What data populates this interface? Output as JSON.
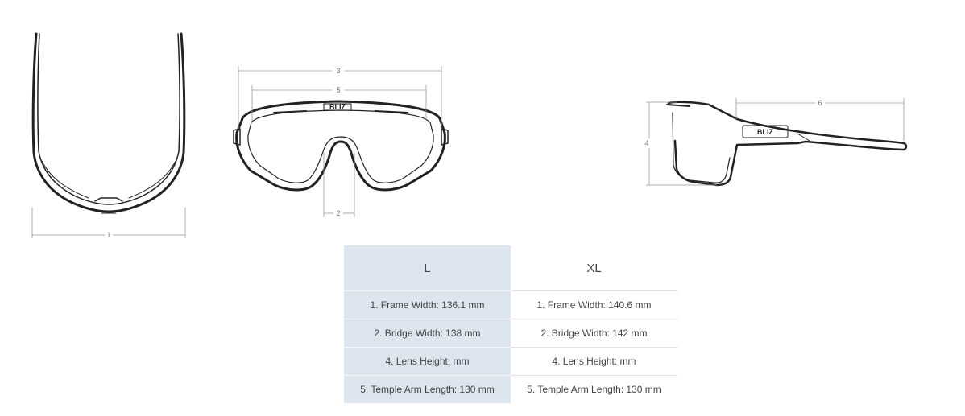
{
  "dimension_markers": {
    "frame_width": "1",
    "bridge_width": "2",
    "overall_width": "3",
    "lens_height": "4",
    "lens_width": "5",
    "temple_length": "6"
  },
  "logo_text": "BLIZ",
  "size_table": {
    "sizes": [
      "L",
      "XL"
    ],
    "rows": [
      {
        "L": "1. Frame Width: 136.1 mm",
        "XL": "1. Frame Width: 140.6 mm"
      },
      {
        "L": "2. Bridge Width: 138 mm",
        "XL": "2. Bridge Width: 142 mm"
      },
      {
        "L": "4. Lens Height: mm",
        "XL": "4. Lens Height: mm"
      },
      {
        "L": "5. Temple Arm Length: 130 mm",
        "XL": "5. Temple Arm Length: 130 mm"
      }
    ],
    "highlight_color": "#dde6ee"
  }
}
